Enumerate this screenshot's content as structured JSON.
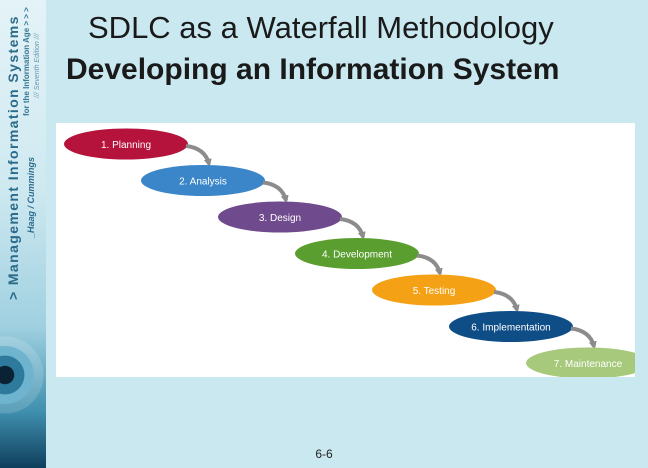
{
  "slide": {
    "title_line1": "SDLC as a Waterfall Methodology",
    "title_line2": "Developing an Information System",
    "page_number": "6-6"
  },
  "sidebar": {
    "book_title": "> Management Information Systems",
    "book_subtitle": "for the Information Age > > >",
    "edition": "/// Seventh Edition ///",
    "authors": "_Haag / Cummings"
  },
  "phases": [
    {
      "label": "1. Planning",
      "color": "#b5123c"
    },
    {
      "label": "2. Analysis",
      "color": "#3a86c8"
    },
    {
      "label": "3. Design",
      "color": "#6f4a8c"
    },
    {
      "label": "4. Development",
      "color": "#5a9e2f"
    },
    {
      "label": "5. Testing",
      "color": "#f5a116"
    },
    {
      "label": "6. Implementation",
      "color": "#0e4d86"
    },
    {
      "label": "7. Maintenance",
      "color": "#a7c97b"
    }
  ]
}
